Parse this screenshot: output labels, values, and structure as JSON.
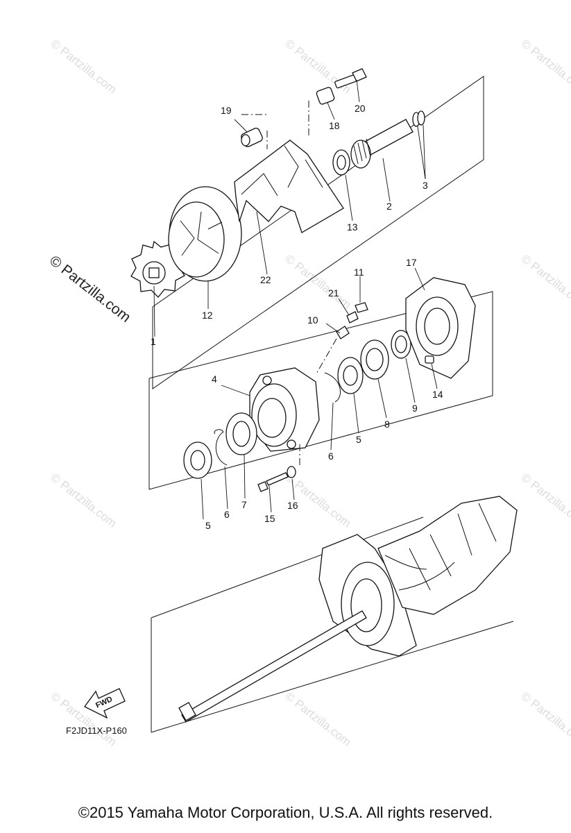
{
  "diagram": {
    "watermark_main": "© Partzilla.com",
    "watermark_faint": "© Partzilla.com",
    "drawing_code": "F2JD11X-P160",
    "fwd_label": "FWD",
    "copyright": "©2015  Yamaha Motor Corporation, U.S.A. All rights reserved.",
    "callouts": [
      {
        "id": "c1",
        "text": "1"
      },
      {
        "id": "c2",
        "text": "2"
      },
      {
        "id": "c3",
        "text": "3"
      },
      {
        "id": "c4",
        "text": "4"
      },
      {
        "id": "c5a",
        "text": "5"
      },
      {
        "id": "c5b",
        "text": "5"
      },
      {
        "id": "c6a",
        "text": "6"
      },
      {
        "id": "c6b",
        "text": "6"
      },
      {
        "id": "c7",
        "text": "7"
      },
      {
        "id": "c8",
        "text": "8"
      },
      {
        "id": "c9",
        "text": "9"
      },
      {
        "id": "c10",
        "text": "10"
      },
      {
        "id": "c11",
        "text": "11"
      },
      {
        "id": "c12",
        "text": "12"
      },
      {
        "id": "c13",
        "text": "13"
      },
      {
        "id": "c14",
        "text": "14"
      },
      {
        "id": "c15",
        "text": "15"
      },
      {
        "id": "c16",
        "text": "16"
      },
      {
        "id": "c17",
        "text": "17"
      },
      {
        "id": "c18",
        "text": "18"
      },
      {
        "id": "c19",
        "text": "19"
      },
      {
        "id": "c20",
        "text": "20"
      },
      {
        "id": "c21",
        "text": "21"
      },
      {
        "id": "c22",
        "text": "22"
      }
    ]
  }
}
